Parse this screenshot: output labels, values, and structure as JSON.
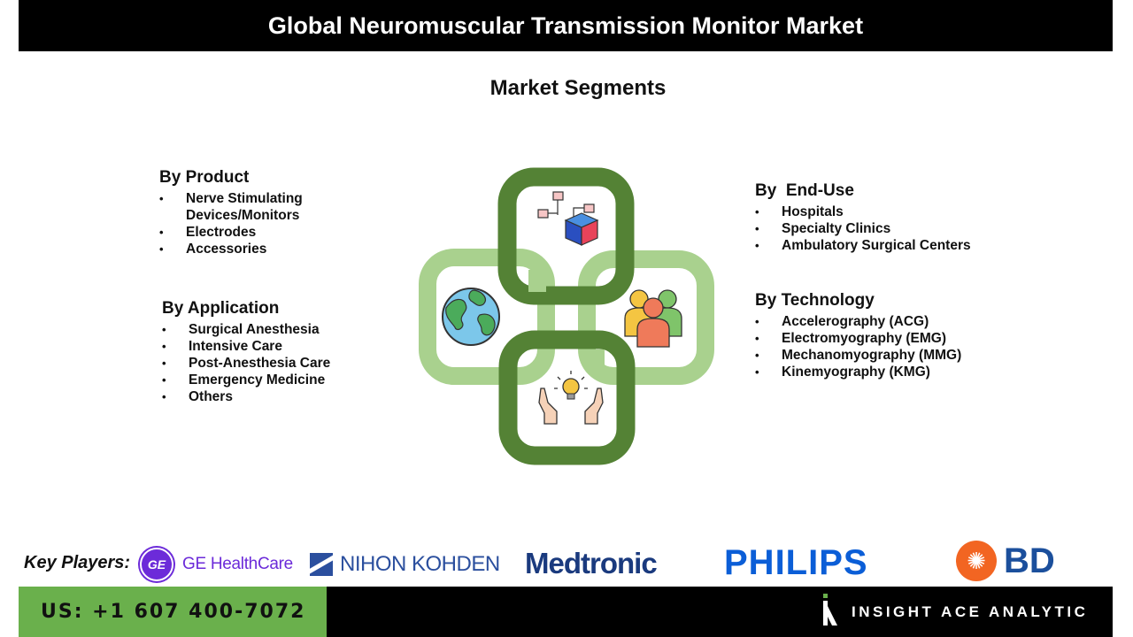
{
  "header": {
    "title": "Global Neuromuscular Transmission Monitor Market"
  },
  "subtitle": "Market Segments",
  "segments": {
    "product": {
      "title": "By Product",
      "items": [
        "Nerve Stimulating Devices/Monitors",
        "Electrodes",
        "Accessories"
      ]
    },
    "application": {
      "title": "By Application",
      "items": [
        "Surgical Anesthesia",
        "Intensive Care",
        "Post-Anesthesia Care",
        "Emergency Medicine",
        "Others"
      ]
    },
    "enduse": {
      "title": "By  End-Use",
      "items": [
        "Hospitals",
        "Specialty Clinics",
        "Ambulatory Surgical Centers"
      ]
    },
    "technology": {
      "title": "By Technology",
      "items": [
        "Accelerography (ACG)",
        "Electromyography (EMG)",
        "Mechanomyography (MMG)",
        "Kinemyography (KMG)"
      ]
    }
  },
  "graphic": {
    "icons": [
      "cube-network-icon",
      "globe-icon",
      "people-group-icon",
      "hands-lightbulb-icon"
    ],
    "colors": {
      "dark_green": "#548235",
      "light_green": "#a9d18e"
    }
  },
  "key_players": {
    "label": "Key Players:",
    "logos": [
      {
        "name": "GE HealthCare",
        "mark": "GE",
        "color": "#6c2bd9"
      },
      {
        "name": "NIHON KOHDEN",
        "color": "#2b4f9e"
      },
      {
        "name": "Medtronic",
        "color": "#1a3a7e"
      },
      {
        "name": "PHILIPS",
        "color": "#0b5ed7"
      },
      {
        "name": "BD",
        "color": "#1b4f9c",
        "accent": "#f26522"
      }
    ]
  },
  "footer": {
    "phone": "US: +1 607 400-7072",
    "brand": "INSIGHT ACE ANALYTIC",
    "colors": {
      "green": "#6ab04c",
      "black": "#000000"
    }
  }
}
